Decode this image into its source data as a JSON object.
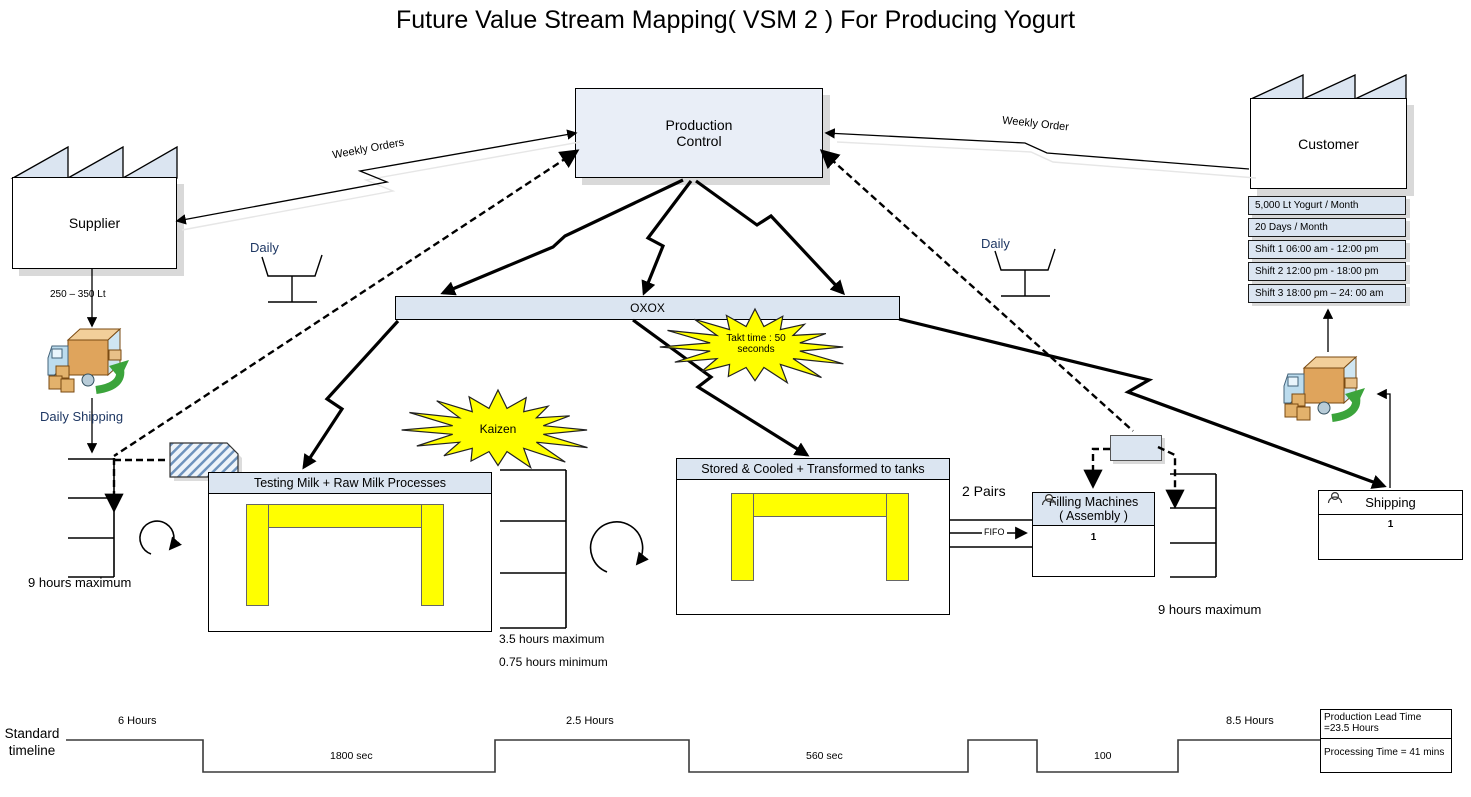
{
  "title": "Future Value Stream Mapping( VSM 2 ) For Producing Yogurt",
  "colors": {
    "box_fill": "#dbe5f1",
    "machine_yellow": "#ffff00",
    "burst_yellow": "#ffff00",
    "label_navy": "#1f3864",
    "truck_green": "#3ba43b",
    "shadow_gray": "#d9d9d9"
  },
  "production_control": {
    "line1": "Production",
    "line2": "Control"
  },
  "supplier": {
    "label": "Supplier",
    "qty": "250 – 350 Lt",
    "shipping": "Daily Shipping"
  },
  "customer": {
    "label": "Customer",
    "rows": [
      "5,000 Lt Yogurt / Month",
      "20 Days / Month",
      "Shift 1 06:00 am - 12:00 pm",
      "Shift 2 12:00 pm - 18:00 pm",
      "Shift 3 18:00 pm – 24: 00 am"
    ]
  },
  "info_flows": {
    "weekly_orders": "Weekly Orders",
    "weekly_order": "Weekly Order",
    "daily_left": "Daily",
    "daily_right": "Daily"
  },
  "heijunka": {
    "label": "OXOX"
  },
  "bursts": {
    "takt": "Takt time : 50 seconds",
    "kaizen": "Kaizen"
  },
  "processes": {
    "testing": {
      "title": "Testing Milk + Raw Milk Processes"
    },
    "stored": {
      "title": "Stored & Cooled + Transformed to tanks"
    },
    "filling": {
      "title1": "Filling Machines",
      "title2": "( Assembly )",
      "operators": "1"
    },
    "shipping": {
      "title": "Shipping",
      "operators": "1"
    }
  },
  "inventory": {
    "left_max": "9 hours maximum",
    "mid_max": "3.5 hours maximum",
    "mid_min": "0.75 hours minimum",
    "right_max": "9 hours maximum",
    "pairs": "2 Pairs",
    "fifo": "FIFO"
  },
  "timeline": {
    "name": "Standard timeline",
    "labels": [
      "6 Hours",
      "1800 sec",
      "2.5 Hours",
      "560 sec",
      "100",
      "8.5 Hours"
    ],
    "lead_time": "Production Lead Time =23.5 Hours",
    "processing_time": "Processing Time = 41 mins"
  }
}
